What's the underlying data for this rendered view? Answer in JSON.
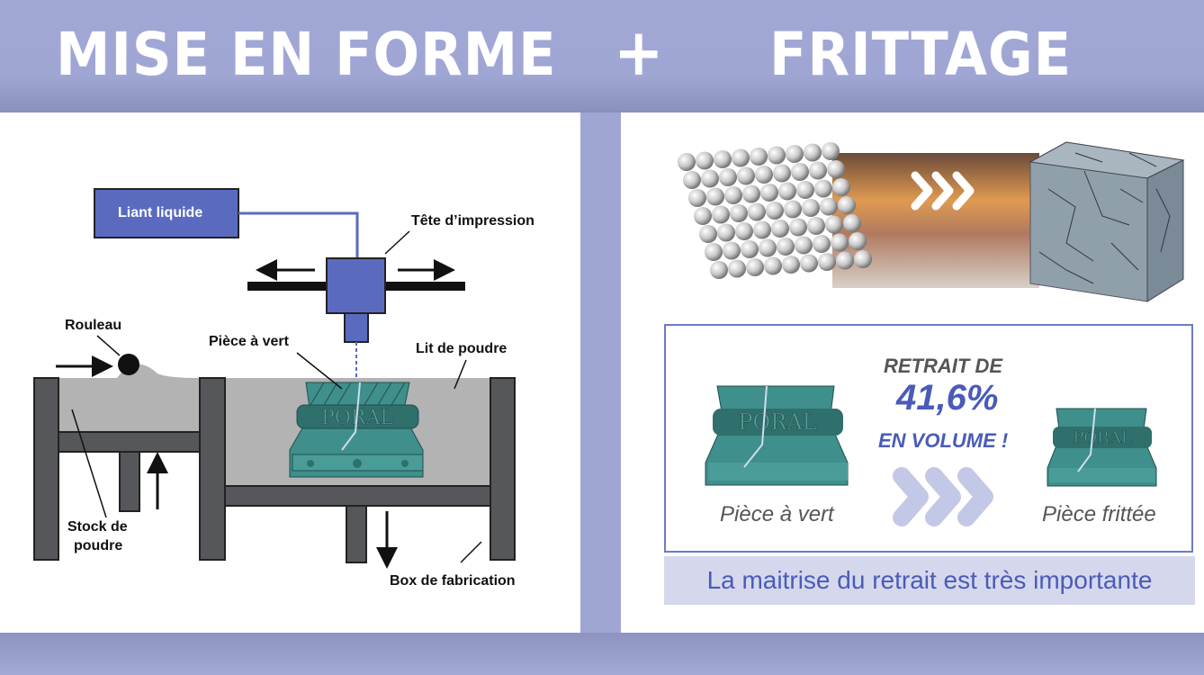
{
  "header": {
    "left_title": "MISE EN FORME",
    "plus": "+",
    "right_title": "FRITTAGE"
  },
  "diagram": {
    "liant": "Liant liquide",
    "tete": "Tête d’impression",
    "rouleau": "Rouleau",
    "piece_vert": "Pièce à vert",
    "lit": "Lit de poudre",
    "stock_line1": "Stock de",
    "stock_line2": "poudre",
    "box": "Box de fabrication",
    "part_engraving": "PORAL"
  },
  "frittage": {
    "retrait_label": "RETRAIT DE",
    "retrait_value": "41,6%",
    "retrait_unit": "EN VOLUME !",
    "before_label": "Pièce à vert",
    "after_label": "Pièce frittée",
    "note": "La maitrise du retrait est très importante"
  },
  "colors": {
    "background": "#a0a6d4",
    "accent_blue": "#4a5bb8",
    "machine_blue": "#5a6bbf",
    "wall_grey": "#55575a",
    "powder_grey": "#b3b3b3",
    "part_teal": "#3f8f8c"
  }
}
